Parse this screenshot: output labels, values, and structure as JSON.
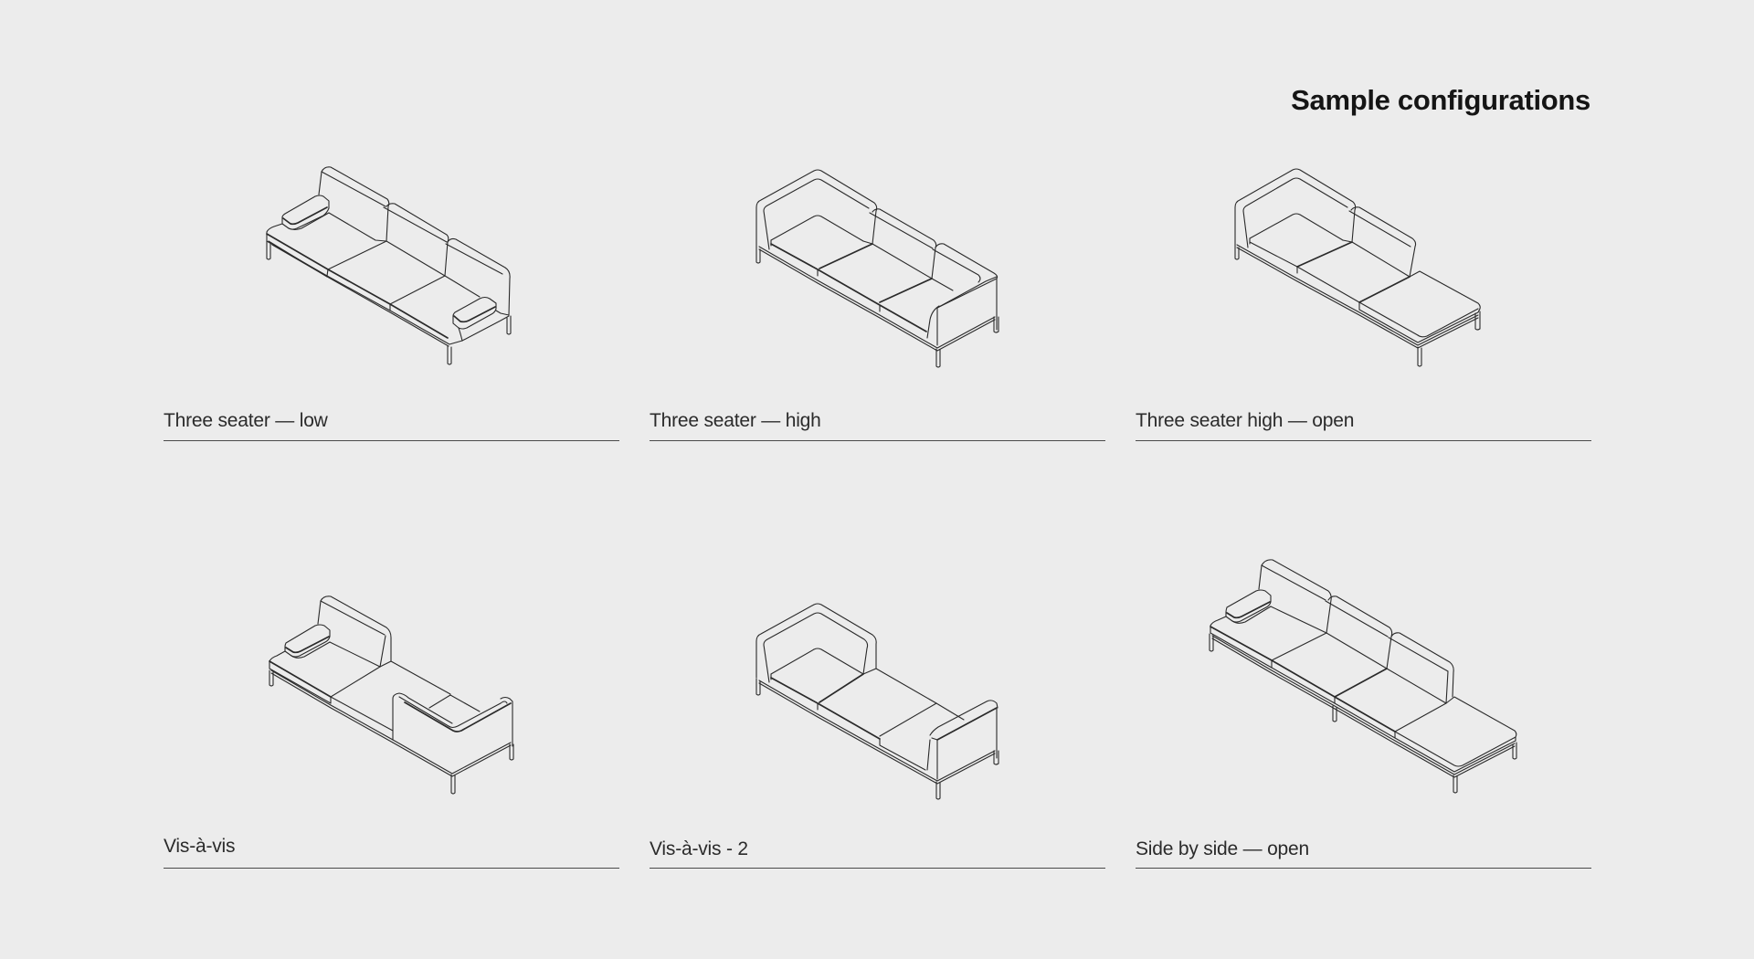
{
  "page": {
    "title": "Sample configurations",
    "background": "#ececec",
    "line_color": "#2a2a2a"
  },
  "configurations": [
    {
      "label": "Three seater — low",
      "icon": "sofa-three-seater-low-icon"
    },
    {
      "label": "Three seater — high",
      "icon": "sofa-three-seater-high-icon"
    },
    {
      "label": "Three seater high — open",
      "icon": "sofa-three-seater-high-open-icon"
    },
    {
      "label": "Vis-à-vis",
      "icon": "sofa-vis-a-vis-icon"
    },
    {
      "label": "Vis-à-vis - 2",
      "icon": "sofa-vis-a-vis-2-icon"
    },
    {
      "label": "Side by side — open",
      "icon": "sofa-side-by-side-open-icon"
    }
  ]
}
